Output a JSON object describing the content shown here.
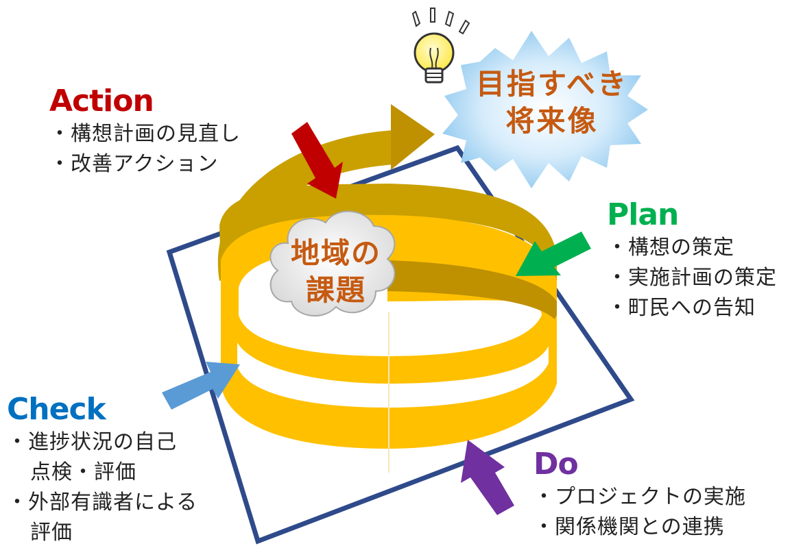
{
  "center": {
    "line1": "地域の",
    "line2": "課題"
  },
  "goal": {
    "line1": "目指すべき",
    "line2": "将来像"
  },
  "action": {
    "title": "Action",
    "items": [
      "・構想計画の見直し",
      "・改善アクション"
    ]
  },
  "plan": {
    "title": "Plan",
    "items": [
      "・構想の策定",
      "・実施計画の策定",
      "・町民への告知"
    ]
  },
  "check": {
    "title": "Check",
    "items": [
      "・進捗状況の自己",
      "点検・評価",
      "・外部有識者による",
      "評価"
    ]
  },
  "do": {
    "title": "Do",
    "items": [
      "・プロジェクトの実施",
      "・関係機関との連携"
    ]
  },
  "colors": {
    "action": "#C00000",
    "plan": "#00B050",
    "check": "#0070C0",
    "do": "#7030A0",
    "spiral_front": "#FFC000",
    "spiral_back": "#C9A000",
    "spiral_dark": "#BF9000",
    "frame": "#2F4A8A",
    "center_text": "#C55A11",
    "burst": "#BDE0F7",
    "check_arrow": "#5B9BD5"
  }
}
